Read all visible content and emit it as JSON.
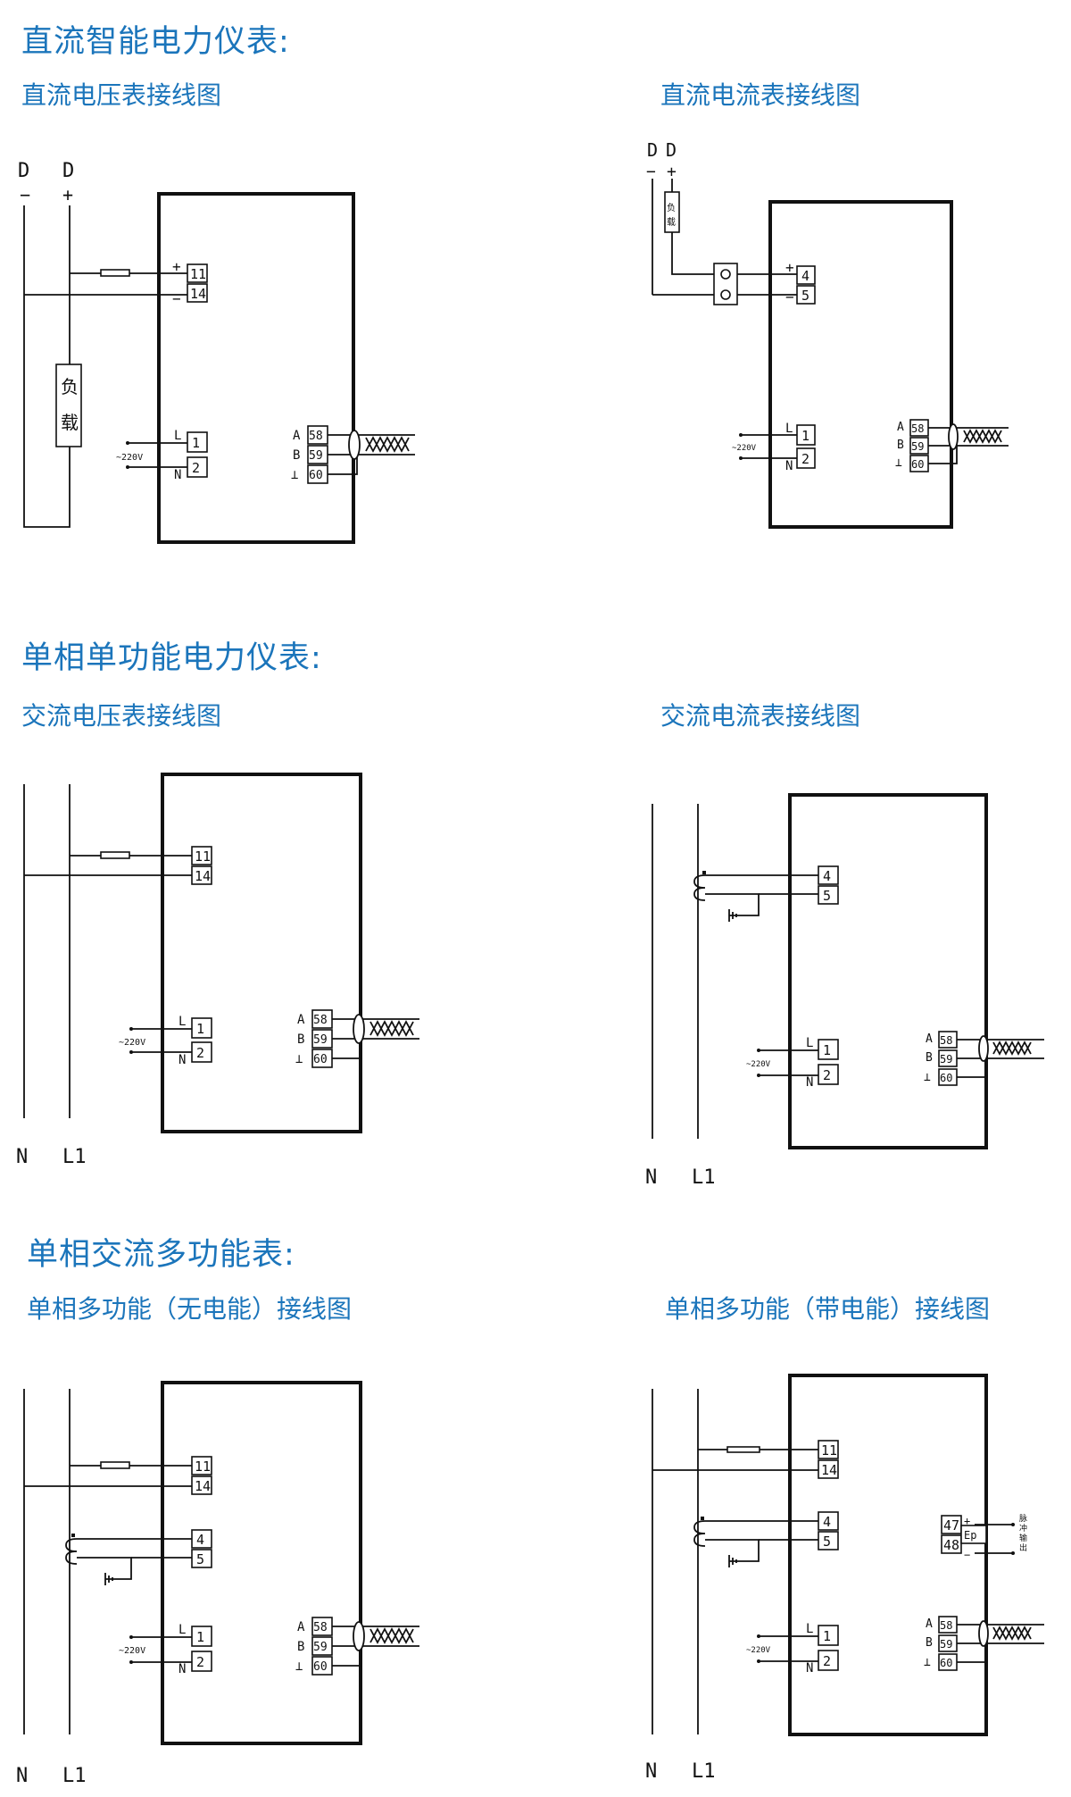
{
  "sections": [
    {
      "title": "直流智能电力仪表:",
      "left": "直流电压表接线图",
      "right": "直流电流表接线图"
    },
    {
      "title": "单相单功能电力仪表:",
      "left": "交流电压表接线图",
      "right": "交流电流表接线图"
    },
    {
      "title": "单相交流多功能表:",
      "left": "单相多功能（无电能）接线图",
      "right": "单相多功能（带电能）接线图"
    }
  ],
  "labels": {
    "d": "D",
    "minus": "−",
    "plus": "+",
    "load_1": "负",
    "load_2": "载",
    "voltage": "~220V",
    "L": "L",
    "N": "N",
    "L1": "L1",
    "A": "A",
    "B": "B",
    "gnd": "⊥",
    "ep": "Ep",
    "pulse_out": "脉冲输出"
  },
  "terminals": {
    "t1": "1",
    "t2": "2",
    "t4": "4",
    "t5": "5",
    "t11": "11",
    "t14": "14",
    "t47": "47",
    "t48": "48",
    "t58": "58",
    "t59": "59",
    "t60": "60"
  },
  "colors": {
    "heading": "#1b75bb",
    "line": "#111111"
  }
}
